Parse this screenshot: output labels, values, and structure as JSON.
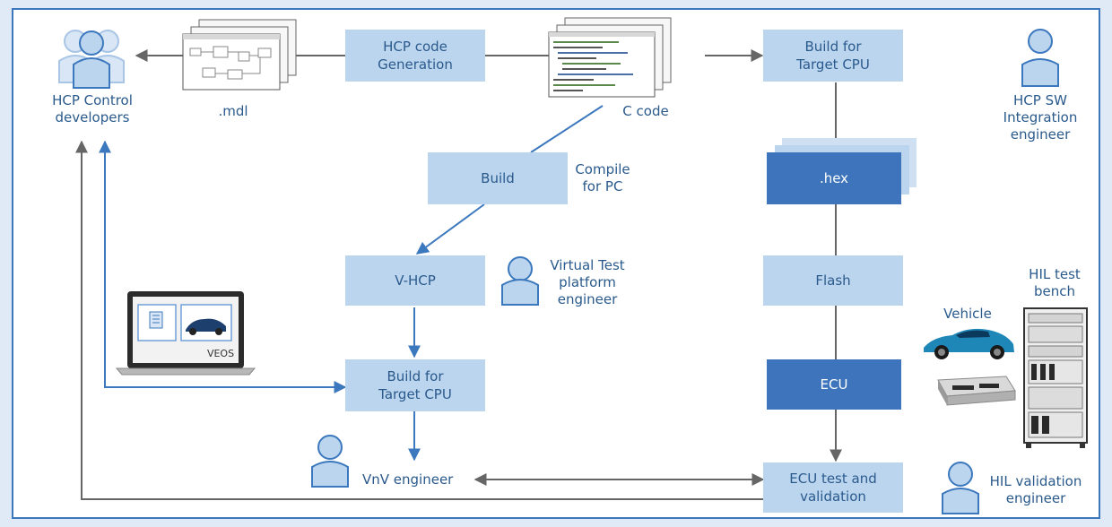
{
  "colors": {
    "background": "#dfeaf6",
    "frame_border": "#3c78bd",
    "light_box": "#bcd5ef",
    "dark_box": "#3d74bb",
    "text": "#2a5a8c",
    "blue_arrow": "#3c78bd",
    "gray_arrow": "#666666"
  },
  "boxes": {
    "hcp_codegen": "HCP code\nGeneration",
    "build_target_top": "Build for\nTarget CPU",
    "build_pc": "Build",
    "hex": ".hex",
    "vhcp": "V-HCP",
    "flash": "Flash",
    "build_target_bottom": "Build for\nTarget CPU",
    "ecu": "ECU",
    "ecu_test": "ECU test and\nvalidation"
  },
  "labels": {
    "control_developers": "HCP Control\ndevelopers",
    "mdl": ".mdl",
    "c_code": "C code",
    "sw_integration": "HCP SW\nIntegration\nengineer",
    "compile_pc": "Compile\nfor PC",
    "virtual_test": "Virtual Test\nplatform\nengineer",
    "vehicle": "Vehicle",
    "hil_bench": "HIL test\nbench",
    "veos": "VEOS",
    "vnv": "VnV engineer",
    "hil_validation": "HIL validation\nengineer"
  },
  "icons": {
    "group": "people-group-icon",
    "person": "person-icon",
    "model_stack": "simulink-model-document-stack",
    "code_stack": "source-code-document-stack",
    "laptop": "laptop-icon",
    "car": "sports-car-image",
    "ecu_unit": "ecu-hardware-image",
    "rack": "hil-rack-image"
  }
}
